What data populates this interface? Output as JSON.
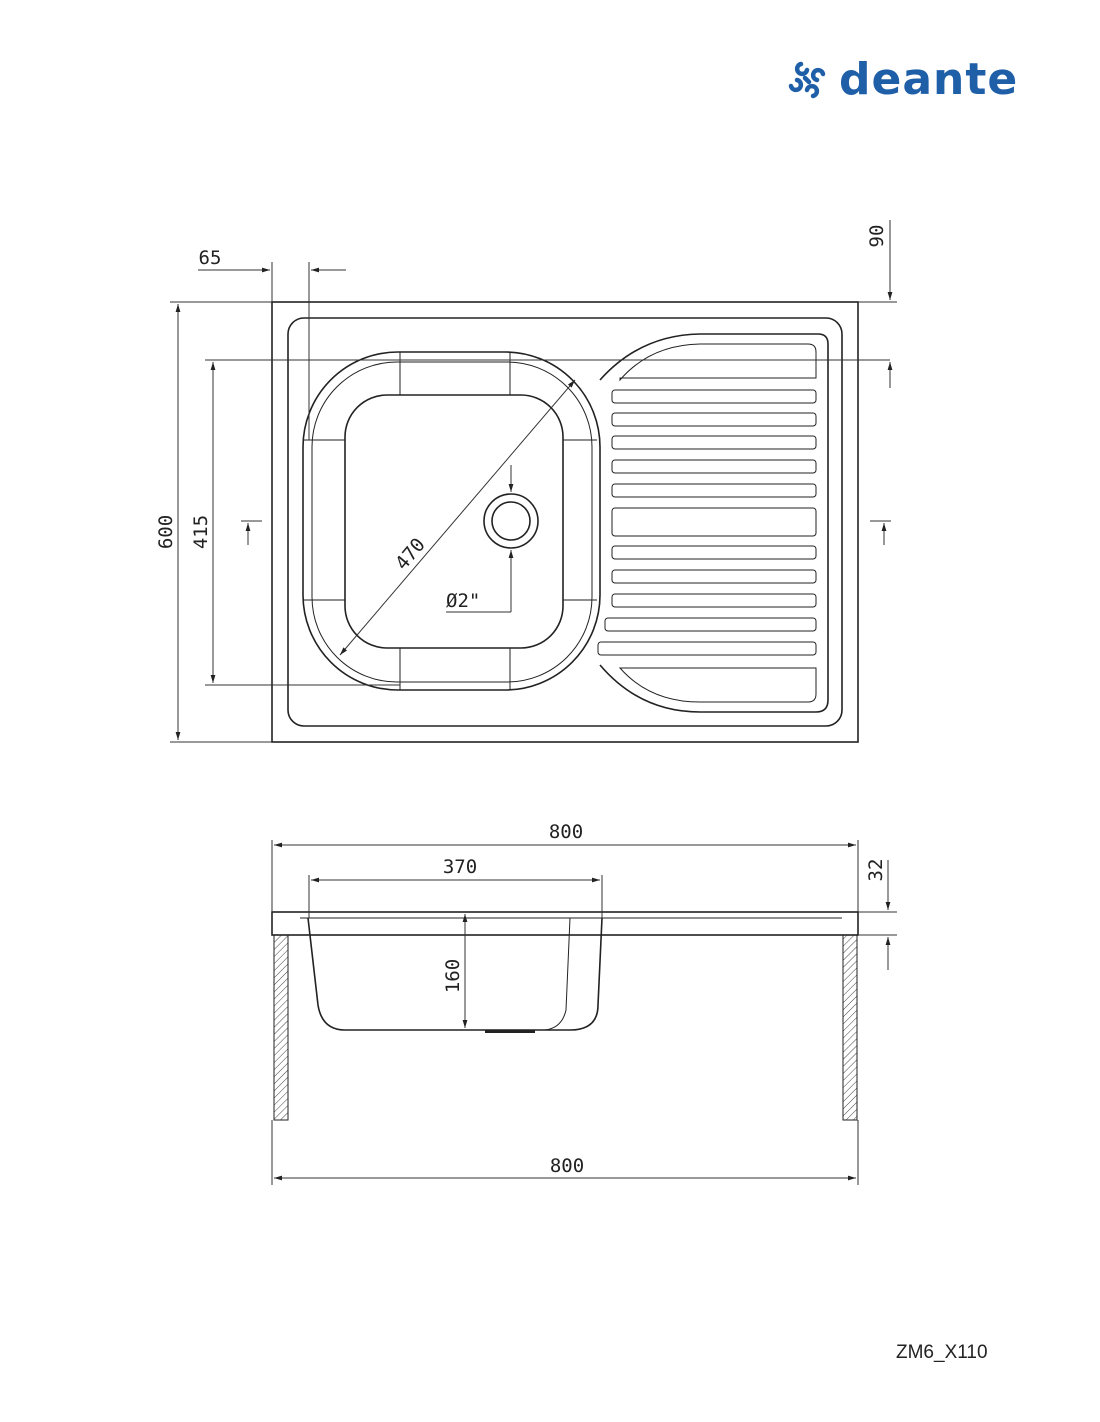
{
  "brand": {
    "name": "deante",
    "color": "#1f5fa8",
    "icon": "deante-swirl-logo-icon"
  },
  "model_code": "ZM6_X110",
  "top_view": {
    "dimensions": {
      "overall_depth": "600",
      "bowl_depth": "415",
      "left_offset": "65",
      "top_offset": "90",
      "bowl_diagonal": "470",
      "drain": "Ø2\""
    }
  },
  "side_view": {
    "dimensions": {
      "overall_width_top": "800",
      "bowl_width": "370",
      "rim_height": "32",
      "bowl_height": "160",
      "overall_width_bottom": "800"
    }
  }
}
